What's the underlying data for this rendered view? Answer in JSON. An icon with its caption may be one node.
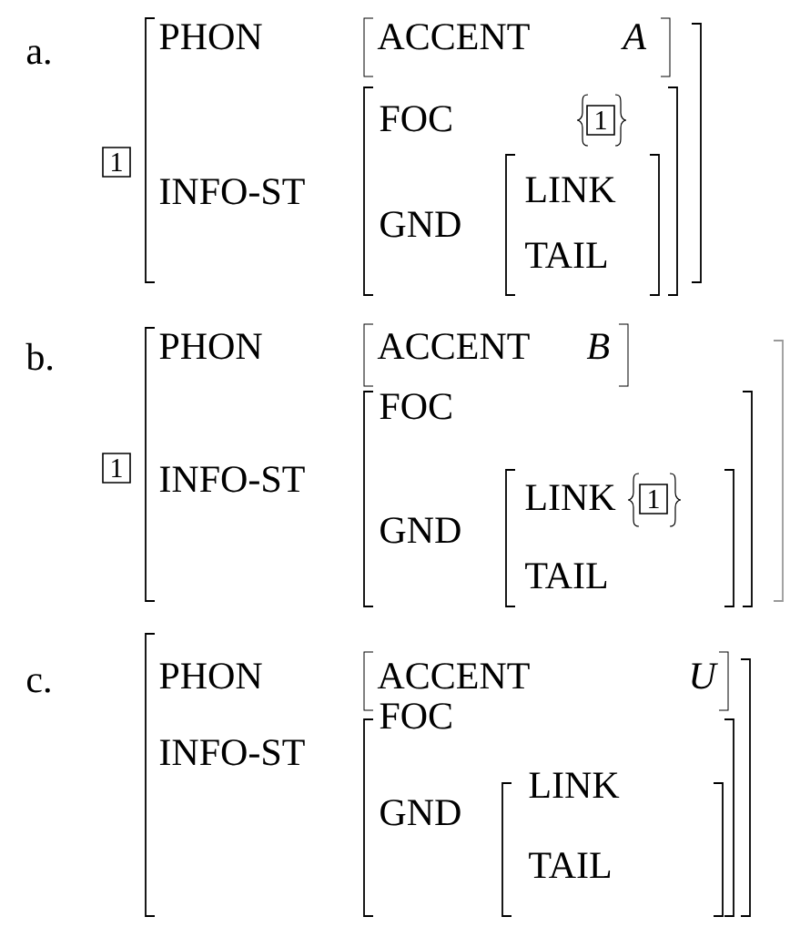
{
  "diagram": {
    "labels": [
      "a.",
      "PHON",
      "ACCENT",
      "A",
      "1",
      "INFO-ST",
      "FOC",
      "1",
      "GND",
      "LINK",
      "TAIL",
      "b.",
      "PHON",
      "ACCENT",
      "B",
      "1",
      "INFO-ST",
      "FOC",
      "GND",
      "LINK",
      "1",
      "TAIL",
      "c.",
      "PHON",
      "ACCENT",
      "U",
      "INFO-ST",
      "FOC",
      "GND",
      "LINK",
      "TAIL"
    ]
  }
}
